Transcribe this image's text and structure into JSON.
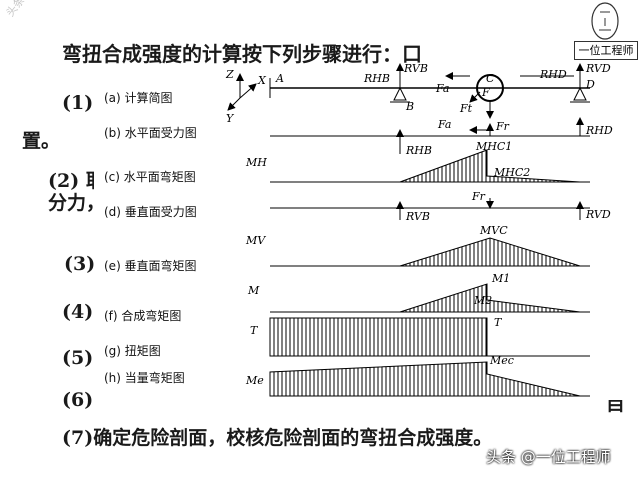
{
  "text": {
    "title": "弯扭合成强度的计算按下列步骤进行：",
    "title_tail": "口",
    "step1_num": "(1)",
    "step1_tail": "置。",
    "step2": "(2) 取",
    "step2_line2": "分力，",
    "step3": "(3)",
    "step4": "(4)",
    "step5": "(5) 纟",
    "step6": "(6)",
    "step6_tail": "目",
    "step7": "(7)确定危险剖面，校核危险剖面的弯扭合成强度。"
  },
  "figure": {
    "rows": [
      {
        "label": "(a)  计算简图"
      },
      {
        "label": "(b)  水平面受力图"
      },
      {
        "label": "(c)  水平面弯矩图"
      },
      {
        "label": "(d)  垂直面受力图"
      },
      {
        "label": "(e)  垂直面弯矩图"
      },
      {
        "label": "(f)  合成弯矩图"
      },
      {
        "label": "(g)  扭矩图"
      },
      {
        "label": "(h)  当量弯矩图"
      }
    ],
    "symbols": {
      "Z": "Z",
      "X": "X",
      "Y": "Y",
      "A": "A",
      "B": "B",
      "C": "C",
      "D": "D",
      "RHB": "RHB",
      "RVB": "RVB",
      "RHD": "RHD",
      "RVD": "RVD",
      "Fa": "Fa",
      "Ft": "Ft",
      "Fr": "Fr",
      "F": "F",
      "MH": "MH",
      "MHC1": "MHC1",
      "MHC2": "MHC2",
      "MV": "MV",
      "MVC": "MVC",
      "M": "M",
      "M1": "M1",
      "M2": "M2",
      "T": "T",
      "Me": "Me",
      "Mec": "Mec"
    }
  },
  "branding": {
    "logo_text": "一位工程师",
    "side_watermark": "头条号：一位工程师",
    "bottom_watermark": "头条 @一位工程师"
  }
}
